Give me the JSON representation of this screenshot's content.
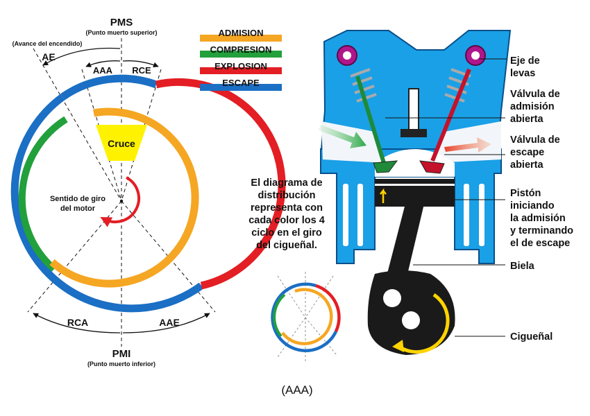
{
  "colors": {
    "admision": "#f5a623",
    "compresion": "#f5a623",
    "compresion_legend_alt": "#22a03c",
    "explosion": "#e31e24",
    "escape": "#1b6fc4",
    "green": "#22a03c",
    "cruce": "#fff200",
    "engine_blue": "#1aa0e6",
    "cam_purple": "#b0168c",
    "valve_green": "#1e8a3a",
    "valve_red": "#c4122a",
    "crank_yellow": "#ffd400"
  },
  "diagram": {
    "pms": "PMS",
    "pms_sub": "(Punto muerto superior)",
    "pmi": "PMI",
    "pmi_sub": "(Punto muerto inferior)",
    "ae_sub": "(Avance del encendido)",
    "ae": "AE",
    "aaa": "AAA",
    "rce": "RCE",
    "rca": "RCA",
    "aae": "AAE",
    "cruce": "Cruce",
    "sentido_1": "Sentido de giro",
    "sentido_2": "del motor"
  },
  "legend": {
    "items": [
      {
        "label": "ADMISION",
        "color": "#f5a623"
      },
      {
        "label": "COMPRESION",
        "color": "#22a03c"
      },
      {
        "label": "EXPLOSION",
        "color": "#e31e24"
      },
      {
        "label": "ESCAPE",
        "color": "#1b6fc4"
      }
    ]
  },
  "description": {
    "lines": [
      "El diagrama de",
      "distribución",
      "representa con",
      "cada color los 4",
      "ciclo en el giro",
      "del cigueñal."
    ]
  },
  "engine_labels": {
    "eje_1": "Eje de",
    "eje_2": "levas",
    "vadm_1": "Válvula de",
    "vadm_2": "admisión",
    "vadm_3": "abierta",
    "vesc_1": "Válvula de",
    "vesc_2": "escape",
    "vesc_3": "abierta",
    "piston_1": "Pistón",
    "piston_2": "iniciando",
    "piston_3": "la admisión",
    "piston_4": "y terminando",
    "piston_5": "el de escape",
    "biela": "Biela",
    "cigueñal": "Cigueñal"
  },
  "caption": "(AAA)"
}
